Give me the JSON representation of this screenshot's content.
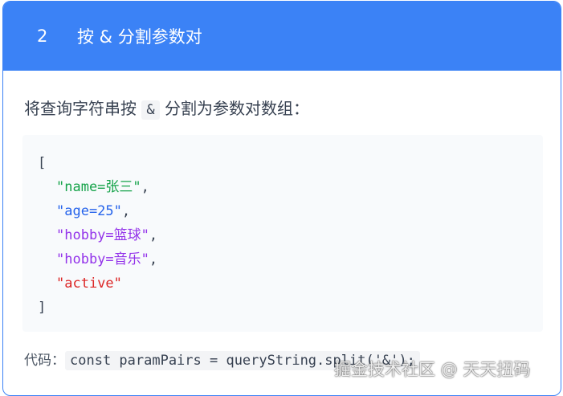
{
  "header": {
    "step": "2",
    "title": "按 & 分割参数对"
  },
  "description": {
    "before": "将查询字符串按",
    "code": "&",
    "after": "分割为参数对数组："
  },
  "code_block": {
    "open": "[",
    "close": "]",
    "items": [
      {
        "text": "\"name=张三\"",
        "suffix": ",",
        "color": "#16a34a"
      },
      {
        "text": "\"age=25\"",
        "suffix": ",",
        "color": "#2563eb"
      },
      {
        "text": "\"hobby=篮球\"",
        "suffix": ",",
        "color": "#9333ea"
      },
      {
        "text": "\"hobby=音乐\"",
        "suffix": ",",
        "color": "#9333ea"
      },
      {
        "text": "\"active\"",
        "suffix": "",
        "color": "#dc2626"
      }
    ]
  },
  "footer": {
    "label": "代码：",
    "code": "const paramPairs = queryString.split('&');"
  },
  "watermark": "掘金技术社区 @ 天天扭码"
}
